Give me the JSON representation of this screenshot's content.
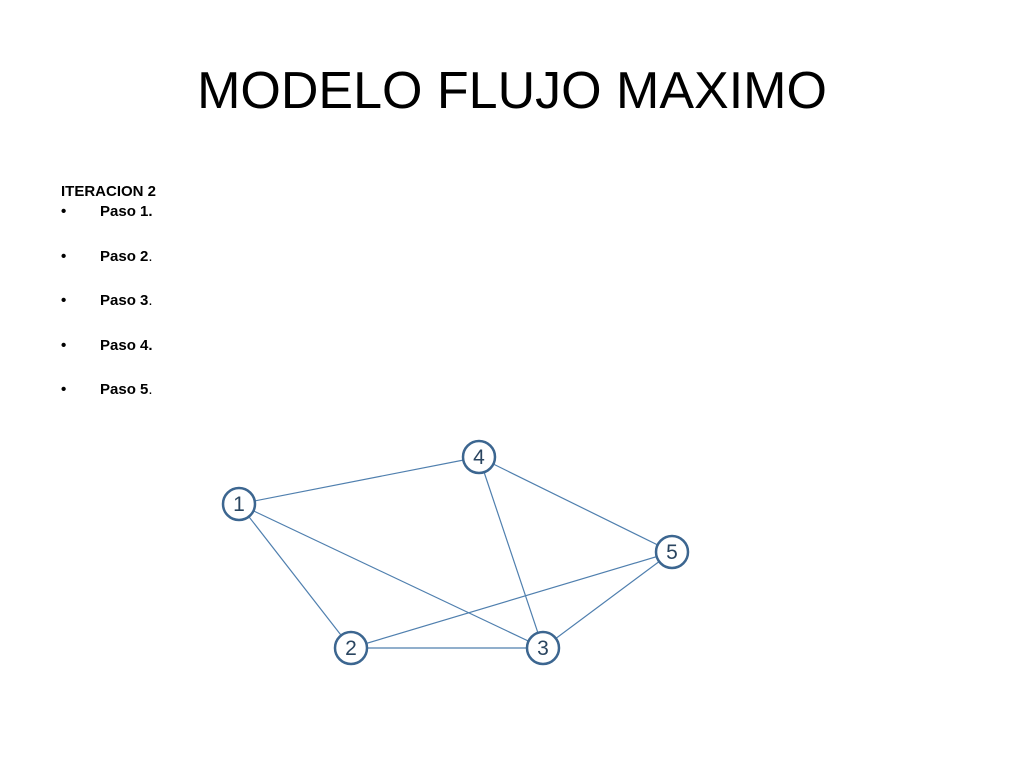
{
  "slide": {
    "title": "MODELO FLUJO MAXIMO",
    "heading": "ITERACION 2",
    "bullet_glyph": "•",
    "steps": [
      {
        "label": "Paso 1.",
        "suffix": ""
      },
      {
        "label": "Paso 2",
        "suffix": "."
      },
      {
        "label": "Paso 3",
        "suffix": "."
      },
      {
        "label": "Paso 4.",
        "suffix": ""
      },
      {
        "label": "Paso 5",
        "suffix": "."
      }
    ]
  },
  "graph": {
    "edge_color": "#4f7fae",
    "node_stroke_color": "#3c6690",
    "nodes": [
      {
        "id": "1",
        "label": "1"
      },
      {
        "id": "2",
        "label": "2"
      },
      {
        "id": "3",
        "label": "3"
      },
      {
        "id": "4",
        "label": "4"
      },
      {
        "id": "5",
        "label": "5"
      }
    ],
    "edges": [
      {
        "from": "1",
        "to": "4"
      },
      {
        "from": "1",
        "to": "2"
      },
      {
        "from": "1",
        "to": "3"
      },
      {
        "from": "4",
        "to": "3"
      },
      {
        "from": "4",
        "to": "5"
      },
      {
        "from": "2",
        "to": "3"
      },
      {
        "from": "2",
        "to": "5"
      },
      {
        "from": "3",
        "to": "5"
      }
    ]
  }
}
